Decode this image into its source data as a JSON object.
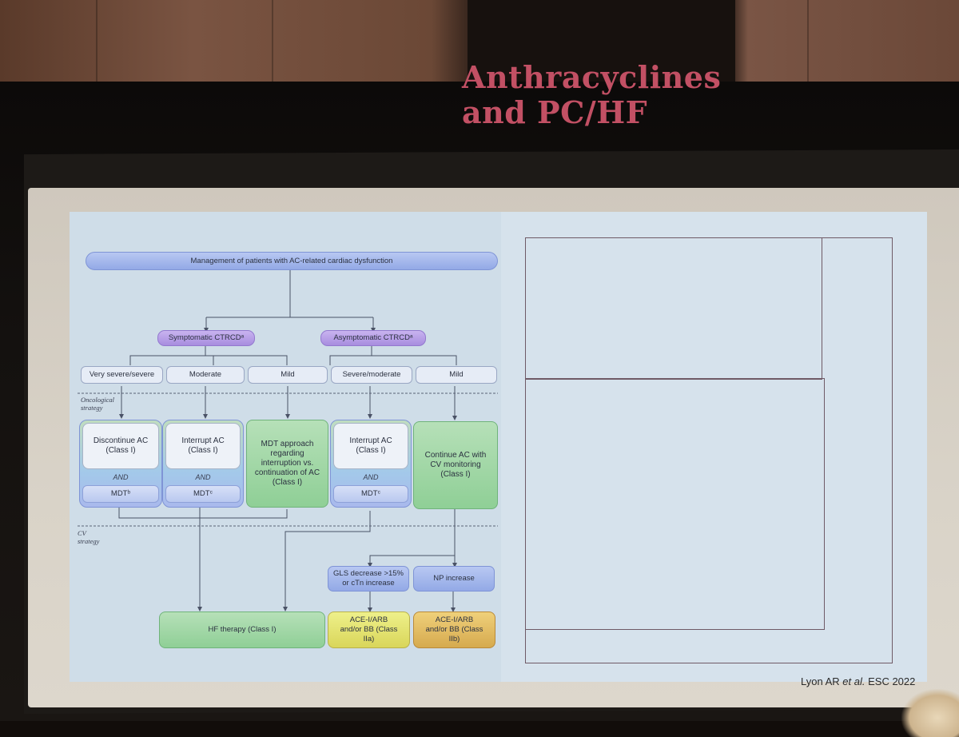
{
  "slide": {
    "title": "Anthracyclines and PC/HF",
    "citation_author": "Lyon AR",
    "citation_etal": "et al.",
    "citation_source": "ESC 2022"
  },
  "flowchart": {
    "header": "Management of patients with AC-related cardiac dysfunction",
    "symptomatic": "Symptomatic CTRCDᵃ",
    "asymptomatic": "Asymptomatic CTRCDᵃ",
    "severities": [
      "Very severe/severe",
      "Moderate",
      "Mild",
      "Severe/moderate",
      "Mild"
    ],
    "oncological_label": "Oncological strategy",
    "cv_label": "CV strategy",
    "box_discontinue": "Discontinue AC (Class I)",
    "box_interrupt_1": "Interrupt AC (Class I)",
    "box_mdt_approach": "MDT approach regarding interruption vs. continuation of AC (Class I)",
    "box_interrupt_2": "Interrupt AC (Class I)",
    "box_continue": "Continue AC with CV monitoring (Class I)",
    "and_text": "AND",
    "mdt_b": "MDTᵇ",
    "mdt_c1": "MDTᶜ",
    "mdt_c2": "MDTᶜ",
    "gls": "GLS decrease >15% or cTn increase",
    "np": "NP increase",
    "hf_therapy": "HF therapy (Class I)",
    "ace_a": "ACE-I/ARB and/or BB (Class IIa)",
    "ace_b": "ACE-I/ARB and/or BB (Class IIb)"
  }
}
